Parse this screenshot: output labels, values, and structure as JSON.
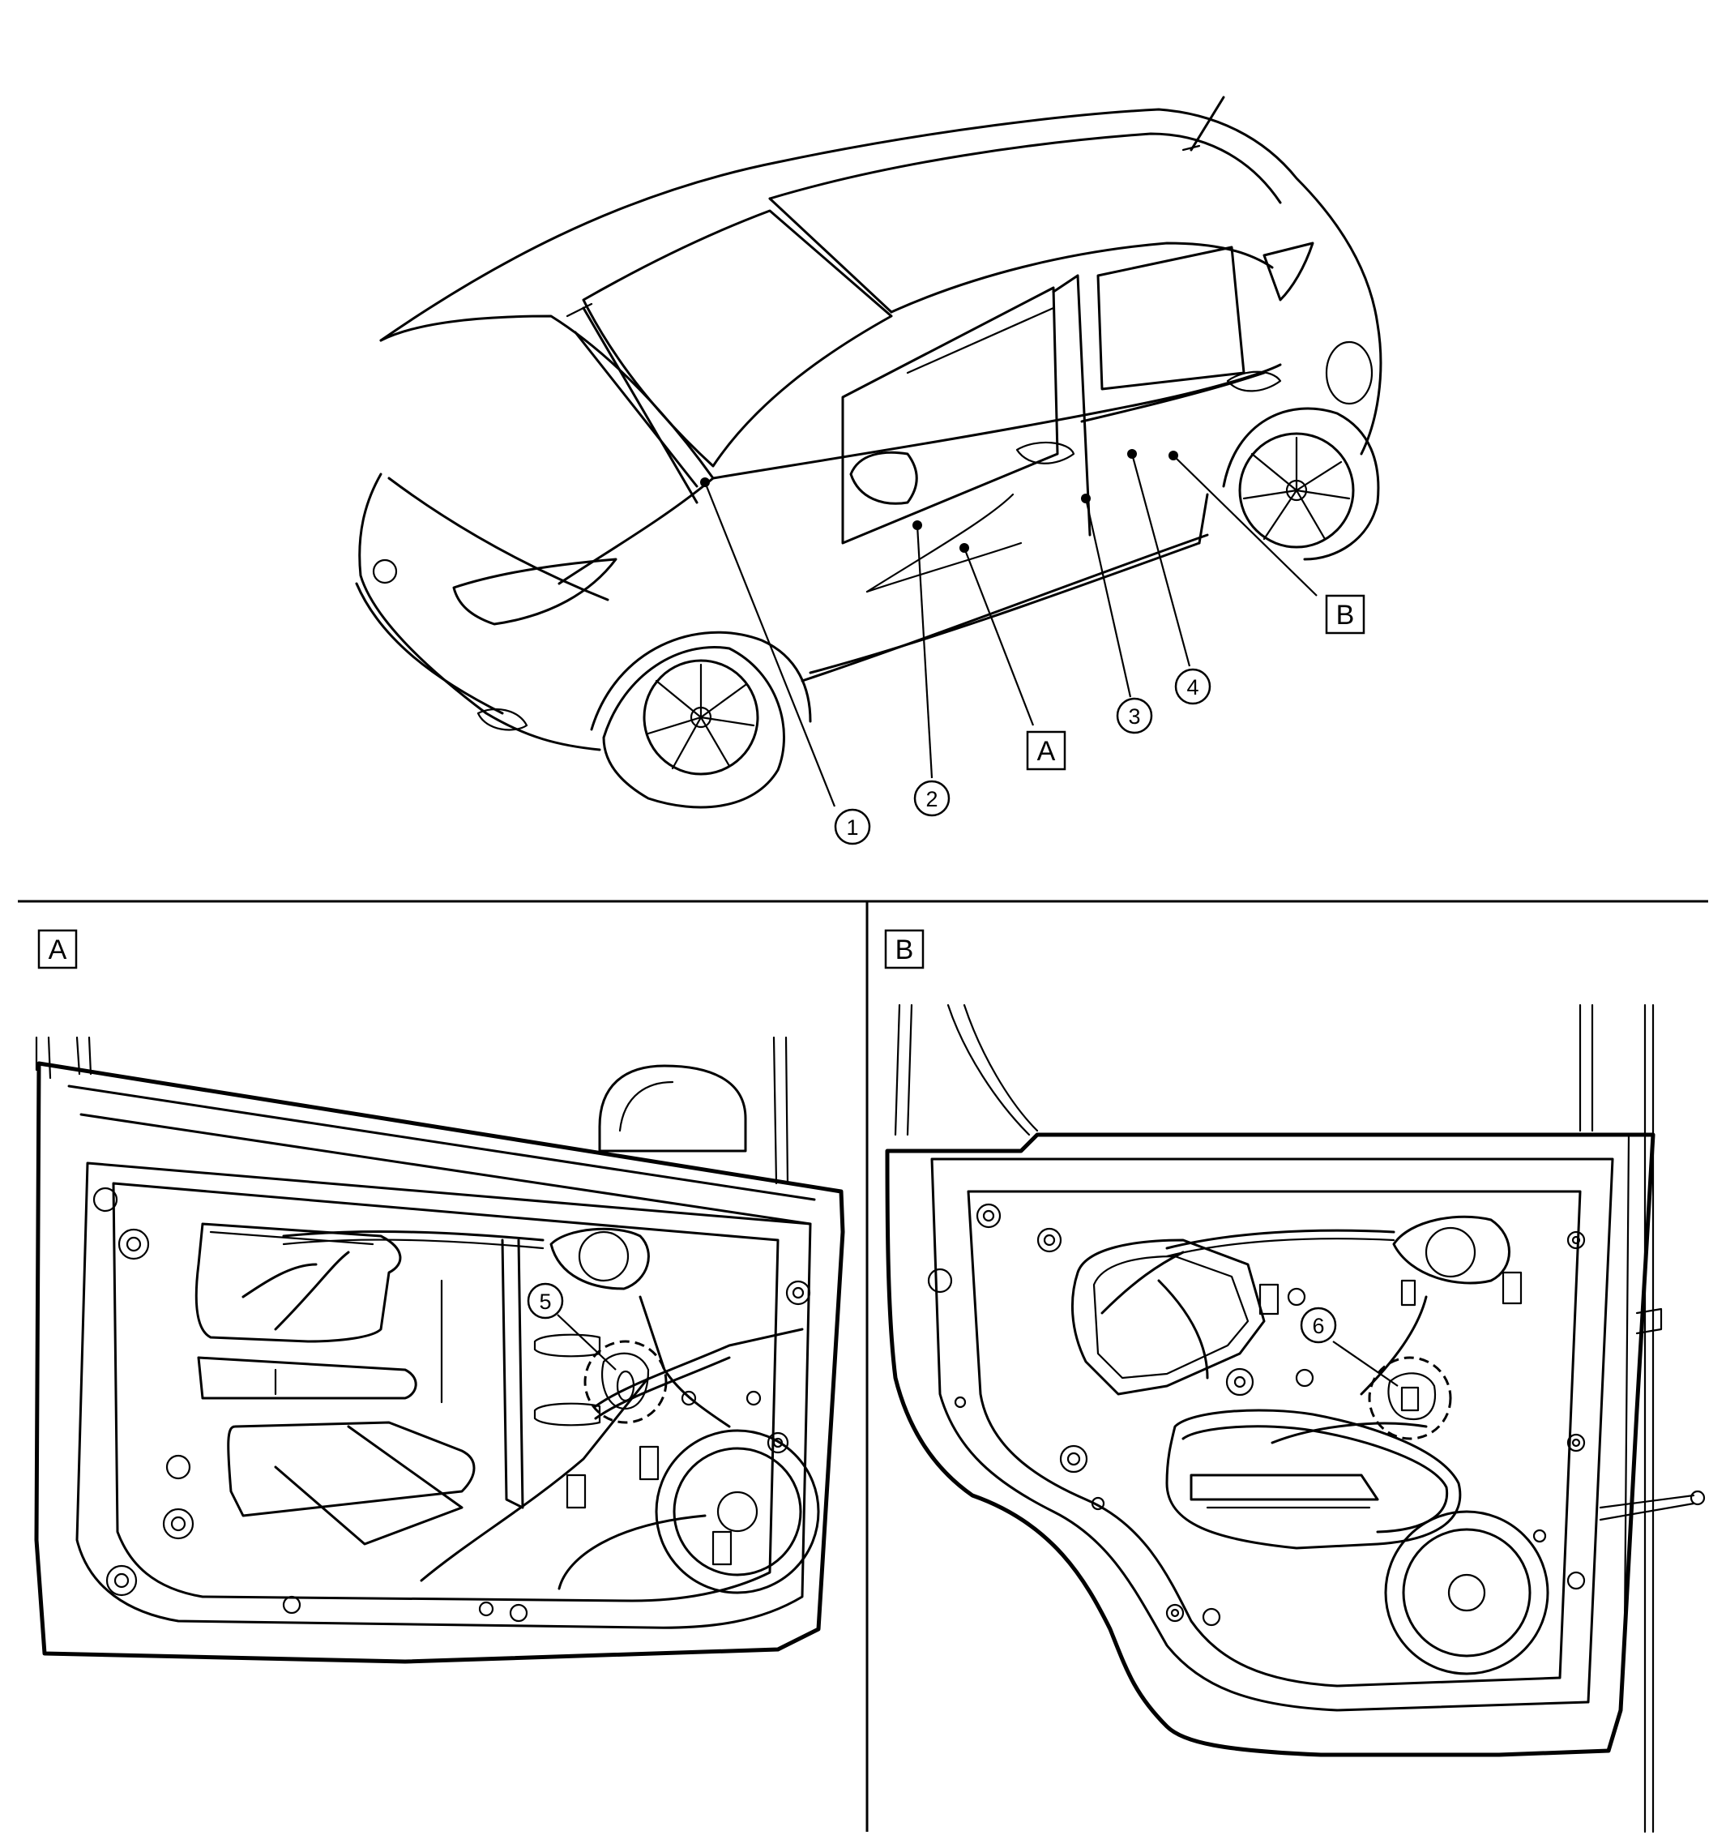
{
  "callouts": {
    "c1": "1",
    "c2": "2",
    "c3": "3",
    "c4": "4",
    "c5": "5",
    "c6": "6"
  },
  "view_labels": {
    "top_a": "A",
    "top_b": "B",
    "panel_a": "A",
    "panel_b": "B"
  }
}
